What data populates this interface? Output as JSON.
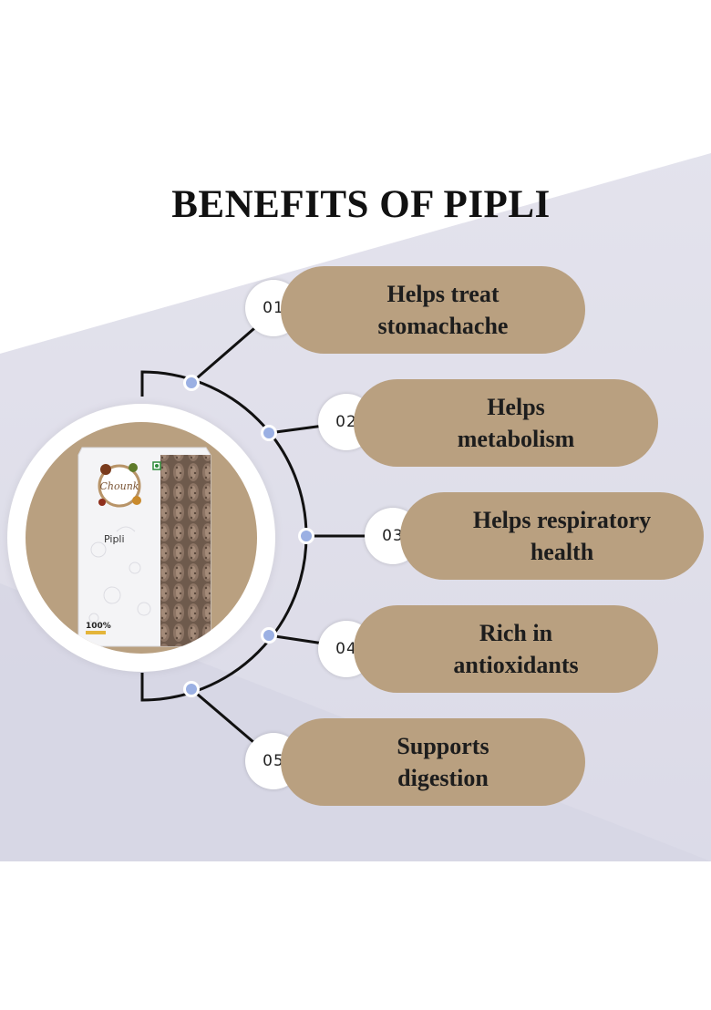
{
  "title": "BENEFITS OF PIPLI",
  "benefits": [
    {
      "num": "01",
      "line1": "Helps treat",
      "line2": "stomachache"
    },
    {
      "num": "02",
      "line1": "Helps",
      "line2": "metabolism"
    },
    {
      "num": "03",
      "line1": "Helps respiratory",
      "line2": "health"
    },
    {
      "num": "04",
      "line1": "Rich in",
      "line2": "antioxidants"
    },
    {
      "num": "05",
      "line1": "Supports",
      "line2": "digestion"
    }
  ],
  "product": {
    "brand": "Chounk",
    "name": "Pipli",
    "badge": "100%"
  },
  "colors": {
    "pill": "#b9a080",
    "band": "#dedde9",
    "dot": "#9bb0e3",
    "line": "#111111"
  }
}
